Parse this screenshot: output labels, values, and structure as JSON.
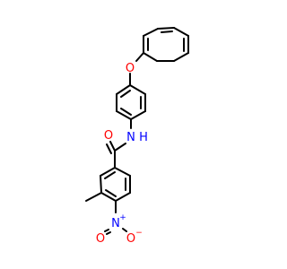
{
  "molecule": {
    "atoms": {
      "phenoxy_oxygen": {
        "label": "O",
        "color": "#ff0000"
      },
      "amide_nitrogen": {
        "label": "N",
        "secondary": "H",
        "color": "#0000ff"
      },
      "carbonyl_oxygen": {
        "label": "O",
        "color": "#ff0000"
      },
      "nitro_nitrogen": {
        "label": "N",
        "charge": "+",
        "color": "#0000ff"
      },
      "nitro_oxygen_left": {
        "label": "O",
        "color": "#ff0000"
      },
      "nitro_oxygen_right": {
        "label": "O",
        "charge": "−",
        "color": "#ff0000"
      }
    },
    "bond_color": "#000000",
    "background": "#ffffff"
  }
}
